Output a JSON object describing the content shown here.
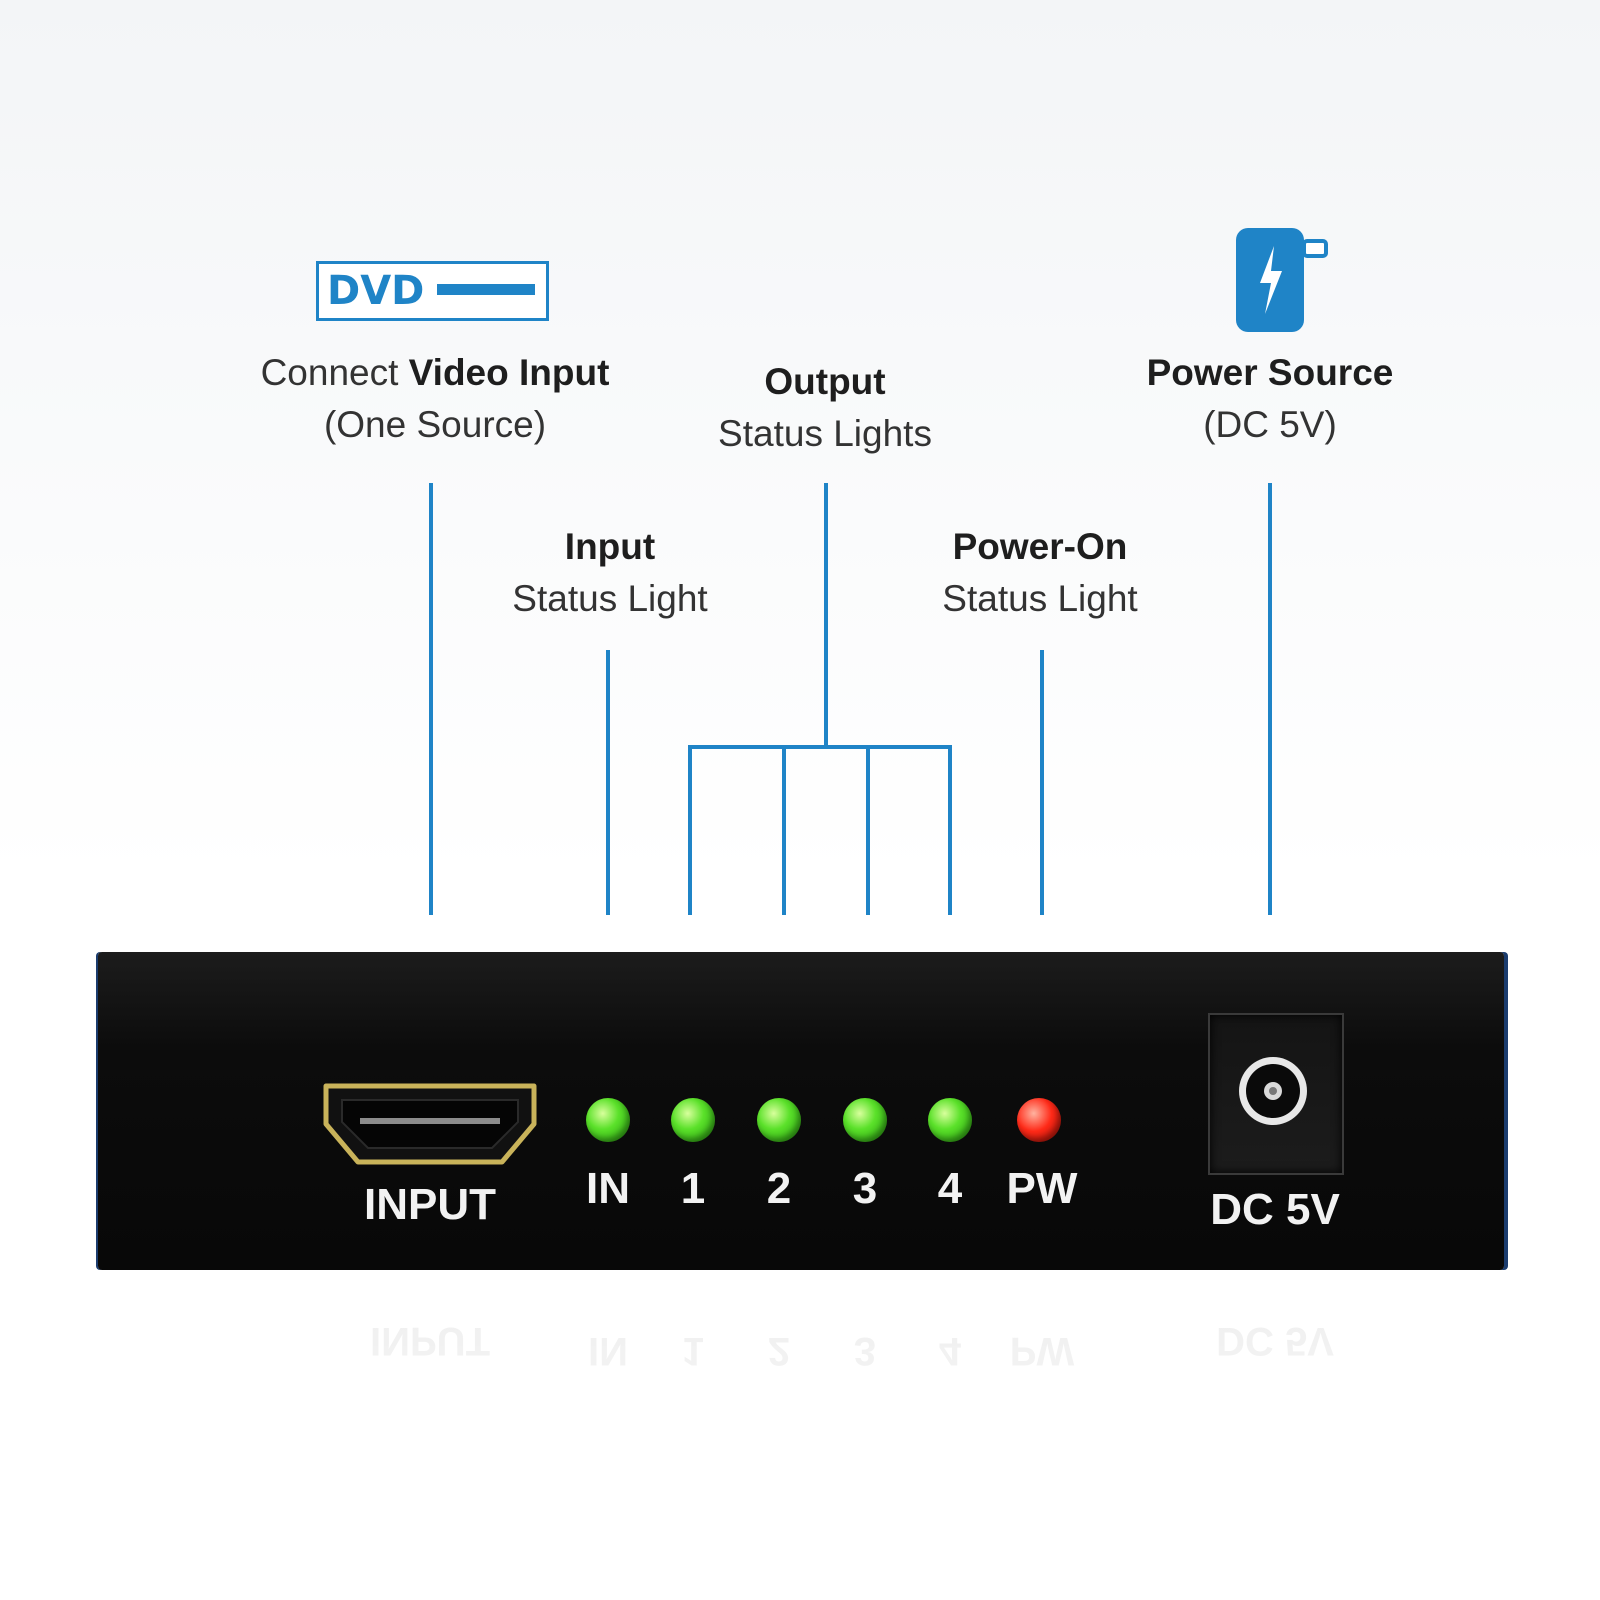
{
  "callouts": {
    "video_input": {
      "pre": "Connect ",
      "bold": "Video Input",
      "sub": "(One Source)"
    },
    "input_status": {
      "bold": "Input",
      "sub": "Status Light"
    },
    "output_status": {
      "bold": "Output",
      "sub": "Status Lights"
    },
    "power_on": {
      "bold": "Power-On",
      "sub": "Status Light"
    },
    "power_source": {
      "bold": "Power Source",
      "sub": "(DC 5V)"
    }
  },
  "icons": {
    "dvd": "DVD",
    "power": "power-adapter-icon"
  },
  "panel": {
    "input_label": "INPUT",
    "leds": [
      {
        "label": "IN",
        "color": "green"
      },
      {
        "label": "1",
        "color": "green"
      },
      {
        "label": "2",
        "color": "green"
      },
      {
        "label": "3",
        "color": "green"
      },
      {
        "label": "4",
        "color": "green"
      },
      {
        "label": "PW",
        "color": "red"
      }
    ],
    "dc_label": "DC 5V"
  },
  "colors": {
    "accent": "#1f84c7",
    "led_green": "#5be12a",
    "led_red": "#ff2a18",
    "panel": "#0c0c0c"
  }
}
